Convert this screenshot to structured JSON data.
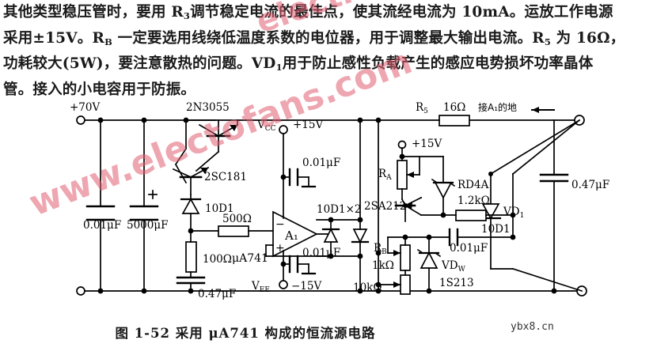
{
  "document": {
    "body_paragraphs": [
      {
        "id": "line1",
        "runs": [
          {
            "t": "其他类型稳压管时，要用 R"
          },
          {
            "t": "3",
            "sub": true
          },
          {
            "t": "调节稳定电流的最佳点，使其流经电流为 10mA。运放工作电源"
          }
        ]
      },
      {
        "id": "line2",
        "runs": [
          {
            "t": "采用±15V。R"
          },
          {
            "t": "B",
            "sub": true
          },
          {
            "t": " 一定要选用线绕低温度系数的电位器，用于调整最大输出电流。R"
          },
          {
            "t": "5",
            "sub": true
          },
          {
            "t": " 为 16Ω，"
          }
        ]
      },
      {
        "id": "line3",
        "runs": [
          {
            "t": "功耗较大(5W)，要注意散热的问题。VD"
          },
          {
            "t": "1",
            "sub": true
          },
          {
            "t": "用于防止感性负载产生的感应电势损坏功率晶体"
          }
        ]
      },
      {
        "id": "line4",
        "runs": [
          {
            "t": "管。接入的小电容用于防振。"
          }
        ]
      }
    ],
    "caption": "图 1-52   采用 μA741 构成的恒流源电路",
    "site_credit": "ybx8.cn",
    "watermarks": [
      {
        "id": "wm-top",
        "text": "electrofans.com"
      },
      {
        "id": "wm-mid",
        "text": "www.electofans.com"
      }
    ]
  },
  "schematic": {
    "title": "采用 μA741 构成的恒流源电路",
    "stroke_color": "#000000",
    "labels": {
      "supply_plus": "+70V",
      "q_power": "2N3055",
      "q_driver": "2SC181",
      "d_bias": "10D1",
      "c_input_small": "0.01μF",
      "c_bulk": "5000μF",
      "r_series": "500Ω",
      "r_sense_div": "100Ω",
      "c_damp_left": "0.47μF",
      "opamp_ref": "A₁",
      "opamp_type": "μA741",
      "vcc_label": "V",
      "vcc_sub": "CC",
      "vcc_value": "+15V",
      "vee_label": "V",
      "vee_sub": "EE",
      "vee_value": "−15V",
      "c_vcc_decouple": "0.01μF",
      "c_vee_decouple": "0.01μF",
      "d_clamp_pair": "10D1×2",
      "r5_name": "R",
      "r5_sub": "5",
      "r5_value": "16Ω",
      "ground_note": "接A₁的地",
      "pot_a": "R",
      "pot_a_sub": "A",
      "pot_a_supply": "+15V",
      "q_pnp": "2SA212",
      "zener_rd4a": "RD4A",
      "r_1k2": "1.2kΩ",
      "pot_b": "R",
      "pot_b_sub": "B",
      "pot_b_value": "1kΩ",
      "r_10k": "10kΩ",
      "c_feedback": "0.01μF",
      "zener_vdw": "VD",
      "zener_vdw_sub": "W",
      "zener_vdw_type": "1S213",
      "d_vd1": "VD",
      "d_vd1_sub": "1",
      "d_vd1_type": "10D1",
      "c_out": "0.47μF"
    }
  }
}
